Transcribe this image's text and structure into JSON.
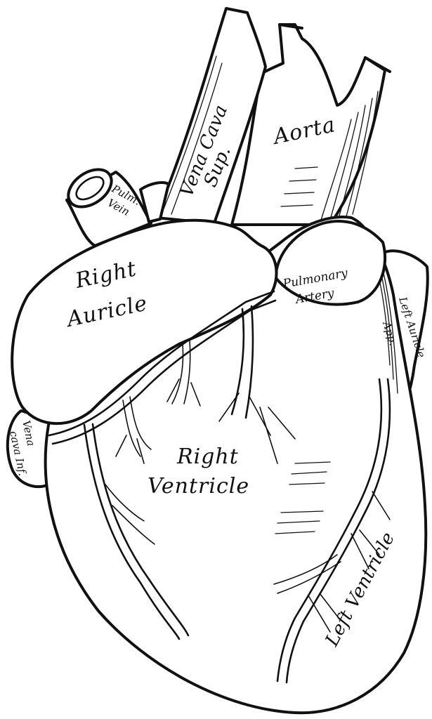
{
  "labels": {
    "aorta": "Aorta",
    "vena_cava_sup_line1": "Vena Cava",
    "vena_cava_sup_line2": "Sup.",
    "pulm_vein_line1": "Pulm.",
    "pulm_vein_line2": "Vein",
    "right_auricle_line1": "Right",
    "right_auricle_line2": "Auricle",
    "pulmonary_artery_line1": "Pulmonary",
    "pulmonary_artery_line2": "Artery",
    "left_auricle_line1": "Left Auricle",
    "left_auricle_line2": "App.",
    "right_ventricle_line1": "Right",
    "right_ventricle_line2": "Ventricle",
    "left_ventricle": "Left Ventricle",
    "vena_cava_inf_line1": "Vena",
    "vena_cava_inf_line2": "cava Inf."
  },
  "colors": {
    "ink": "#111111",
    "paper": "#ffffff"
  }
}
